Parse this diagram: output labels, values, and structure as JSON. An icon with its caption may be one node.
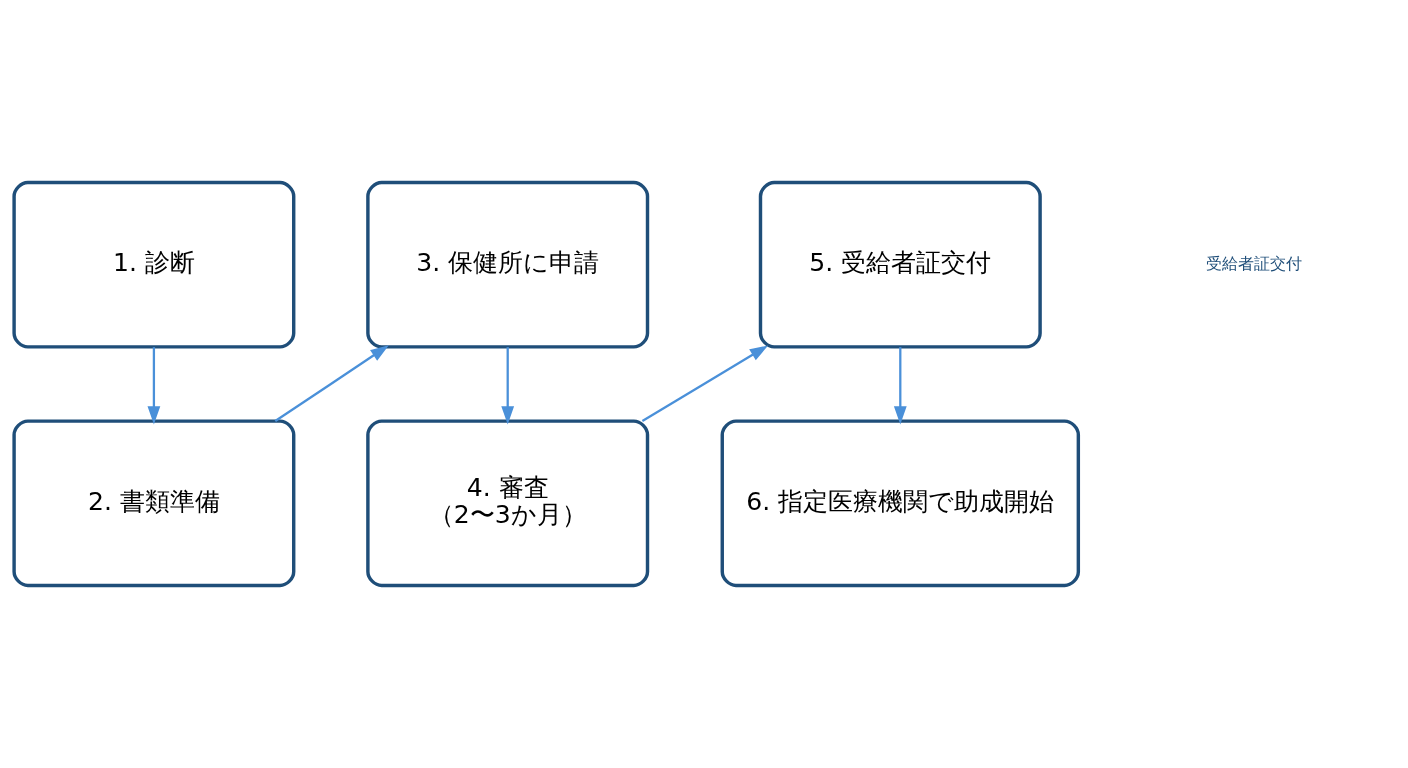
{
  "diagram": {
    "nodes": [
      {
        "text": [
          "1. 診断"
        ]
      },
      {
        "text": [
          "2. 書類準備"
        ]
      },
      {
        "text": [
          "3. 保健所に申請"
        ]
      },
      {
        "text": [
          "4. 審査",
          "（2〜3か月）"
        ]
      },
      {
        "text": [
          "5. 受給者証交付"
        ]
      },
      {
        "text": [
          "6. 指定医療機関で助成開始"
        ]
      }
    ],
    "edges": [
      {
        "from": 0,
        "to": 1,
        "arrow": "to"
      },
      {
        "from": 1,
        "to": 2,
        "arrow": "to"
      },
      {
        "from": 2,
        "to": 3,
        "arrow": "to"
      },
      {
        "from": 3,
        "to": 4,
        "arrow": "to"
      },
      {
        "from": 4,
        "to": 5,
        "arrow": "to"
      }
    ],
    "labels": [
      "受給者証交付"
    ]
  }
}
